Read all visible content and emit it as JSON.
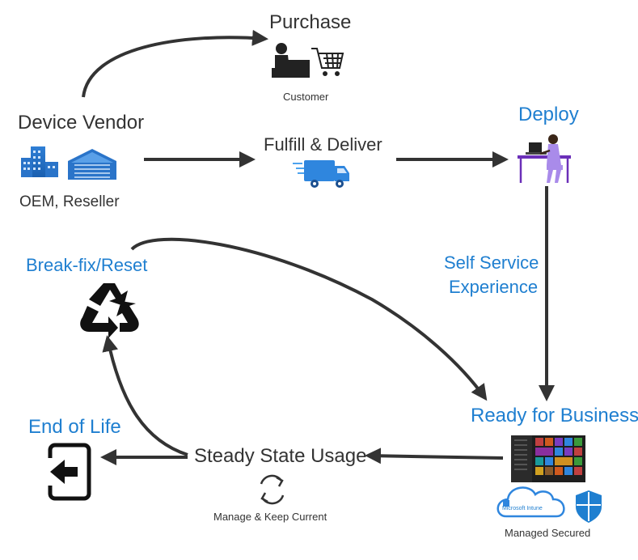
{
  "nodes": {
    "purchase": {
      "label": "Purchase",
      "sublabel": "Customer"
    },
    "device_vendor": {
      "label": "Device Vendor",
      "sublabel": "OEM, Reseller"
    },
    "fulfill_deliver": {
      "label": "Fulfill & Deliver"
    },
    "deploy": {
      "label": "Deploy"
    },
    "self_service": {
      "line1": "Self Service",
      "line2": "Experience"
    },
    "ready_for_business": {
      "label": "Ready for Business",
      "intune_text": "Microsoft Intune",
      "sublabel": "Managed Secured"
    },
    "steady_state": {
      "label": "Steady State Usage",
      "sublabel": "Manage & Keep Current"
    },
    "end_of_life": {
      "label": "End of Life"
    },
    "break_fix": {
      "label": "Break-fix/Reset"
    }
  },
  "icons": {
    "purchase": "shopping-cart-icon",
    "vendor": "factory-building-icon",
    "fulfill": "delivery-truck-icon",
    "deploy": "person-at-desk-icon",
    "ready": "start-menu-tiles-icon",
    "intune": "cloud-icon",
    "shield": "defender-shield-icon",
    "steady": "refresh-icon",
    "end_of_life": "exit-door-icon",
    "break_fix": "recycle-icon"
  },
  "colors": {
    "accent_blue": "#1f7fd0",
    "text_dark": "#333333",
    "arrow": "#333333"
  }
}
